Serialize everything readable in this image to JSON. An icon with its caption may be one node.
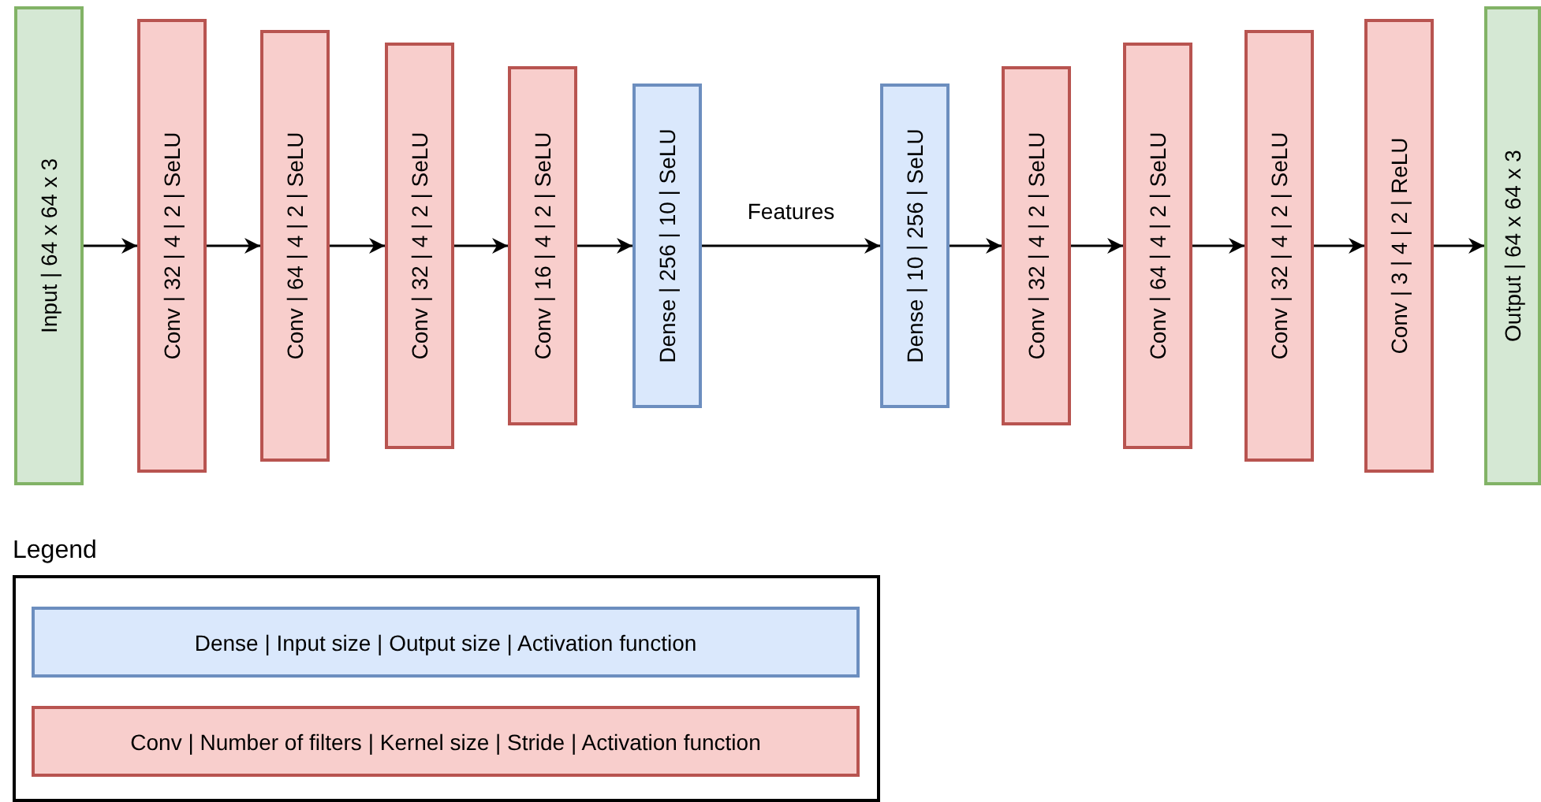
{
  "diagram": {
    "nodes": [
      {
        "text": [
          "Input | 64 x 64 x 3"
        ]
      },
      {
        "text": [
          "Conv | 32 | 4 | 2 | SeLU"
        ]
      },
      {
        "text": [
          "Conv | 64 | 4 | 2 | SeLU"
        ]
      },
      {
        "text": [
          "Conv | 32 | 4 | 2 | SeLU"
        ]
      },
      {
        "text": [
          "Conv | 16 | 4 | 2 | SeLU"
        ]
      },
      {
        "text": [
          "Dense | 256 | 10 | SeLU"
        ]
      },
      {
        "text": [
          "Dense | 10 | 256 | SeLU"
        ]
      },
      {
        "text": [
          "Conv | 32 | 4 | 2 | SeLU"
        ]
      },
      {
        "text": [
          "Conv | 64 | 4 | 2 | SeLU"
        ]
      },
      {
        "text": [
          "Conv | 32 | 4 | 2 | SeLU"
        ]
      },
      {
        "text": [
          "Conv | 3 | 4 | 2 | ReLU"
        ]
      },
      {
        "text": [
          "Output | 64 x 64 x 3"
        ]
      }
    ],
    "edges": [
      {
        "from": 0,
        "to": 1,
        "arrow": "to"
      },
      {
        "from": 1,
        "to": 2,
        "arrow": "to"
      },
      {
        "from": 2,
        "to": 3,
        "arrow": "to"
      },
      {
        "from": 3,
        "to": 4,
        "arrow": "to"
      },
      {
        "from": 4,
        "to": 5,
        "arrow": "to"
      },
      {
        "from": 5,
        "to": 6,
        "arrow": "to",
        "label": "Features"
      },
      {
        "from": 6,
        "to": 7,
        "arrow": "to"
      },
      {
        "from": 7,
        "to": 8,
        "arrow": "to"
      },
      {
        "from": 8,
        "to": 9,
        "arrow": "to"
      },
      {
        "from": 9,
        "to": 10,
        "arrow": "to"
      },
      {
        "from": 10,
        "to": 11,
        "arrow": "to"
      }
    ],
    "labels": [
      "Legend"
    ],
    "legend": [
      {
        "text": "Dense | Input size | Output size | Activation function",
        "color": "#dae8fc"
      },
      {
        "text": "Conv | Number of filters | Kernel size | Stride | Activation function",
        "color": "#f8cecc"
      }
    ]
  }
}
